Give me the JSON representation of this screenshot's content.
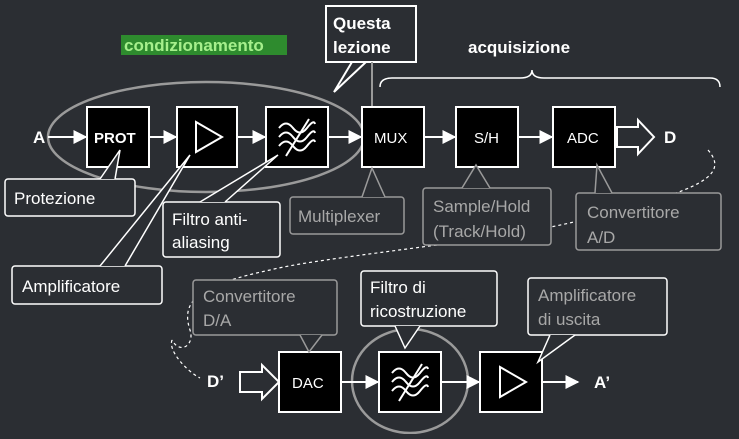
{
  "labels": {
    "condizionamento": "condizionamento",
    "questa_lezione_line1": "Questa",
    "questa_lezione_line2": "lezione",
    "acquisizione": "acquisizione"
  },
  "io": {
    "input": "A",
    "output": "D",
    "input2": "D’",
    "output2": "A’"
  },
  "blocks": {
    "prot": "PROT",
    "mux": "MUX",
    "sh": "S/H",
    "adc": "ADC",
    "dac": "DAC"
  },
  "callouts": {
    "protezione": "Protezione",
    "amplificatore": "Amplificatore",
    "filtro_line1": "Filtro anti-",
    "filtro_line2": "aliasing",
    "multiplexer": "Multiplexer",
    "sh_line1": "Sample/Hold",
    "sh_line2": "(Track/Hold)",
    "adc_line1": "Convertitore",
    "adc_line2": "A/D",
    "dac_line1": "Convertitore",
    "dac_line2": "D/A",
    "ricostr_line1": "Filtro di",
    "ricostr_line2": "ricostruzione",
    "uscita_line1": "Amplificatore",
    "uscita_line2": "di uscita"
  },
  "colors": {
    "background": "#2b2e33",
    "highlight": "#2e8b2e",
    "highlight_text": "#a6ef8c",
    "muted_text": "#a8a8a8",
    "outline_muted": "#9a9a9a"
  }
}
